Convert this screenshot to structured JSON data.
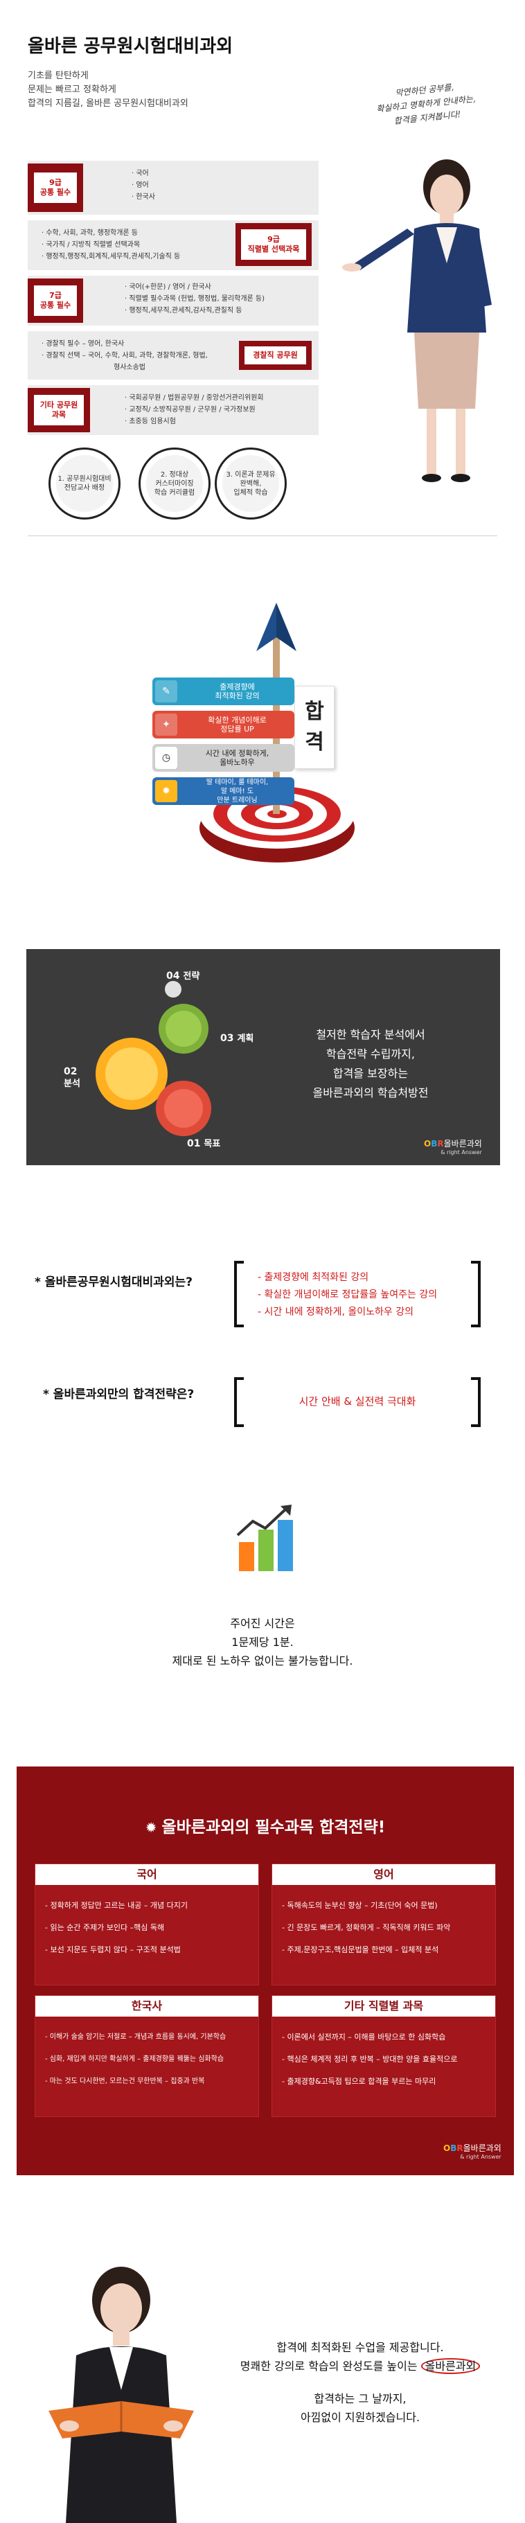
{
  "intro": {
    "title": "올바른 공무원시험대비과외",
    "subtitle_lines": [
      "기초를 탄탄하게",
      "문제는 빠르고 정확하게",
      "합격의 지름길, 올바른 공무원시험대비과외"
    ],
    "handwriting_lines": [
      "막연하던 공부를,",
      "확실하고 명확하게 안내하는,",
      "합격을 지켜봅니다!"
    ]
  },
  "exams": {
    "grade9_common": {
      "label": "9급\n공통 필수",
      "items": [
        "국어",
        "영어",
        "한국사"
      ]
    },
    "grade9_elective": {
      "label": "9급\n직렬별 선택과목",
      "items": [
        "수학, 사회, 과학, 행정학개론 등",
        "국가직 / 지방직 직렬별 선택과목",
        "행정직,행정직,회계직,세무직,관세직,기술직 등"
      ]
    },
    "grade7_required": {
      "label": "7급\n공통 필수",
      "items": [
        "국어(+한문) / 영어 / 한국사",
        "직렬별 필수과목 (헌법, 행정법, 물리학개론 등)",
        "행정직,세무직,관세직,감사직,관칠직 등"
      ]
    },
    "police": {
      "label": "경찰직 공무원",
      "items": [
        "경찰직 필수 – 영어, 한국사",
        "경찰직 선택 – 국어, 수학, 사회, 과학, 경찰학개론, 형법,",
        "형사소송법"
      ]
    },
    "other": {
      "label": "기타 공무원\n과목",
      "items": [
        "국회공무원 / 법원공무원 / 중앙선거관리위원회",
        "교정직/ 소방직공무원 / 군무원 / 국가정보원",
        "초중등 임용시험"
      ]
    }
  },
  "steps": [
    "1. 공무원시험대비\n전담교사 배정",
    "2. 정대상\n커스터마이징\n학습 커리큘럼",
    "3. 이론과 문제유\n완벽해,\n입체적 학습"
  ],
  "target": {
    "tags": [
      "출제경향에\n최적화된 강의",
      "확실한 개념이해로\n정답률 UP",
      "시간 내에 정확하게,\n올바노하우",
      "딸 테마이, 룰 테마이,\n알 메마! 도\n만분 트레이닝"
    ],
    "pass_text": "합\n격"
  },
  "strategy": {
    "steps": [
      {
        "num": "01",
        "label": "목표"
      },
      {
        "num": "02",
        "label": "분석"
      },
      {
        "num": "03",
        "label": "계획"
      },
      {
        "num": "04",
        "label": "전략"
      }
    ],
    "text_lines": [
      "철저한 학습자 분석에서",
      "학습전략 수립까지,",
      "합격을 보장하는",
      "올바른과외의 학습처방전"
    ]
  },
  "logo": {
    "o": "O",
    "b": "B",
    "r": "R",
    "rest": "올바른과외",
    "en": "& right Answer"
  },
  "qa": {
    "q1": "* 올바른공무원시험대비과외는?",
    "a1": [
      "- 출제경향에 최적화된 강의",
      "- 확실한 개념이해로 정답률을 높여주는 강의",
      "- 시간 내에 정확하게, 올이노하우 강의"
    ],
    "q2": "* 올바른과외만의 합격전략은?",
    "a2": "시간 안배 & 실전력 극대화"
  },
  "time": {
    "lines": [
      "주어진 시간은",
      "1문제당 1분.",
      "제대로 된 노하우 없이는 불가능합니다."
    ]
  },
  "subjects": {
    "title": "올바른과외의 필수과목 합격전략!",
    "korean": {
      "name": "국어",
      "items": [
        "- 정확하게 정답만 고르는 내공 – 개념 다지기",
        "- 읽는 순간 주제가 보인다 –핵심 독해",
        "- 보선 지문도 두렵지 않다 – 구조적 분석법"
      ]
    },
    "english": {
      "name": "영어",
      "items": [
        "- 독해속도의 눈부신 향상 – 기초(단어 숙어 문법)",
        "- 긴 문장도 빠르게, 정확하게 – 직독직해 키워드 파악",
        "- 주제,문장구조,핵심문법을 한번에 – 입체적 분석"
      ]
    },
    "history": {
      "name": "한국사",
      "items": [
        "- 이해가 술술 암기는 저절로 – 개념과 흐름을 동시에, 기본학습",
        "- 심화, 재입게 하지만 확실하게 – 출제경향을 꿰뚫는 심화학습",
        "- 마는 것도 다시한번, 모르는건 무한반복 – 집중과 반복"
      ]
    },
    "major": {
      "name": "기타 직렬별 과목",
      "items": [
        "- 이론에서 실전까지 – 이해를 바탕으로 한 심화학습",
        "- 핵심은 체계적 정리 후 반복 – 방대한 양을 효율적으로",
        "- 출제경향&고득점 팁으로 합격을 부르는 마무리"
      ]
    }
  },
  "closing": {
    "line1": "합격에 최적화된 수업을 제공합니다.",
    "line2_prefix": "명쾌한 강의로 학습의 완성도를 높이는",
    "line2_highlight": "올바른과외",
    "line3": "합격하는 그 날까지,",
    "line4": "아낌없이 지원하겠습니다."
  },
  "colors": {
    "brand_red": "#8b0e12",
    "alert_red": "#d01818",
    "dark_bg": "#3b3b3b"
  }
}
